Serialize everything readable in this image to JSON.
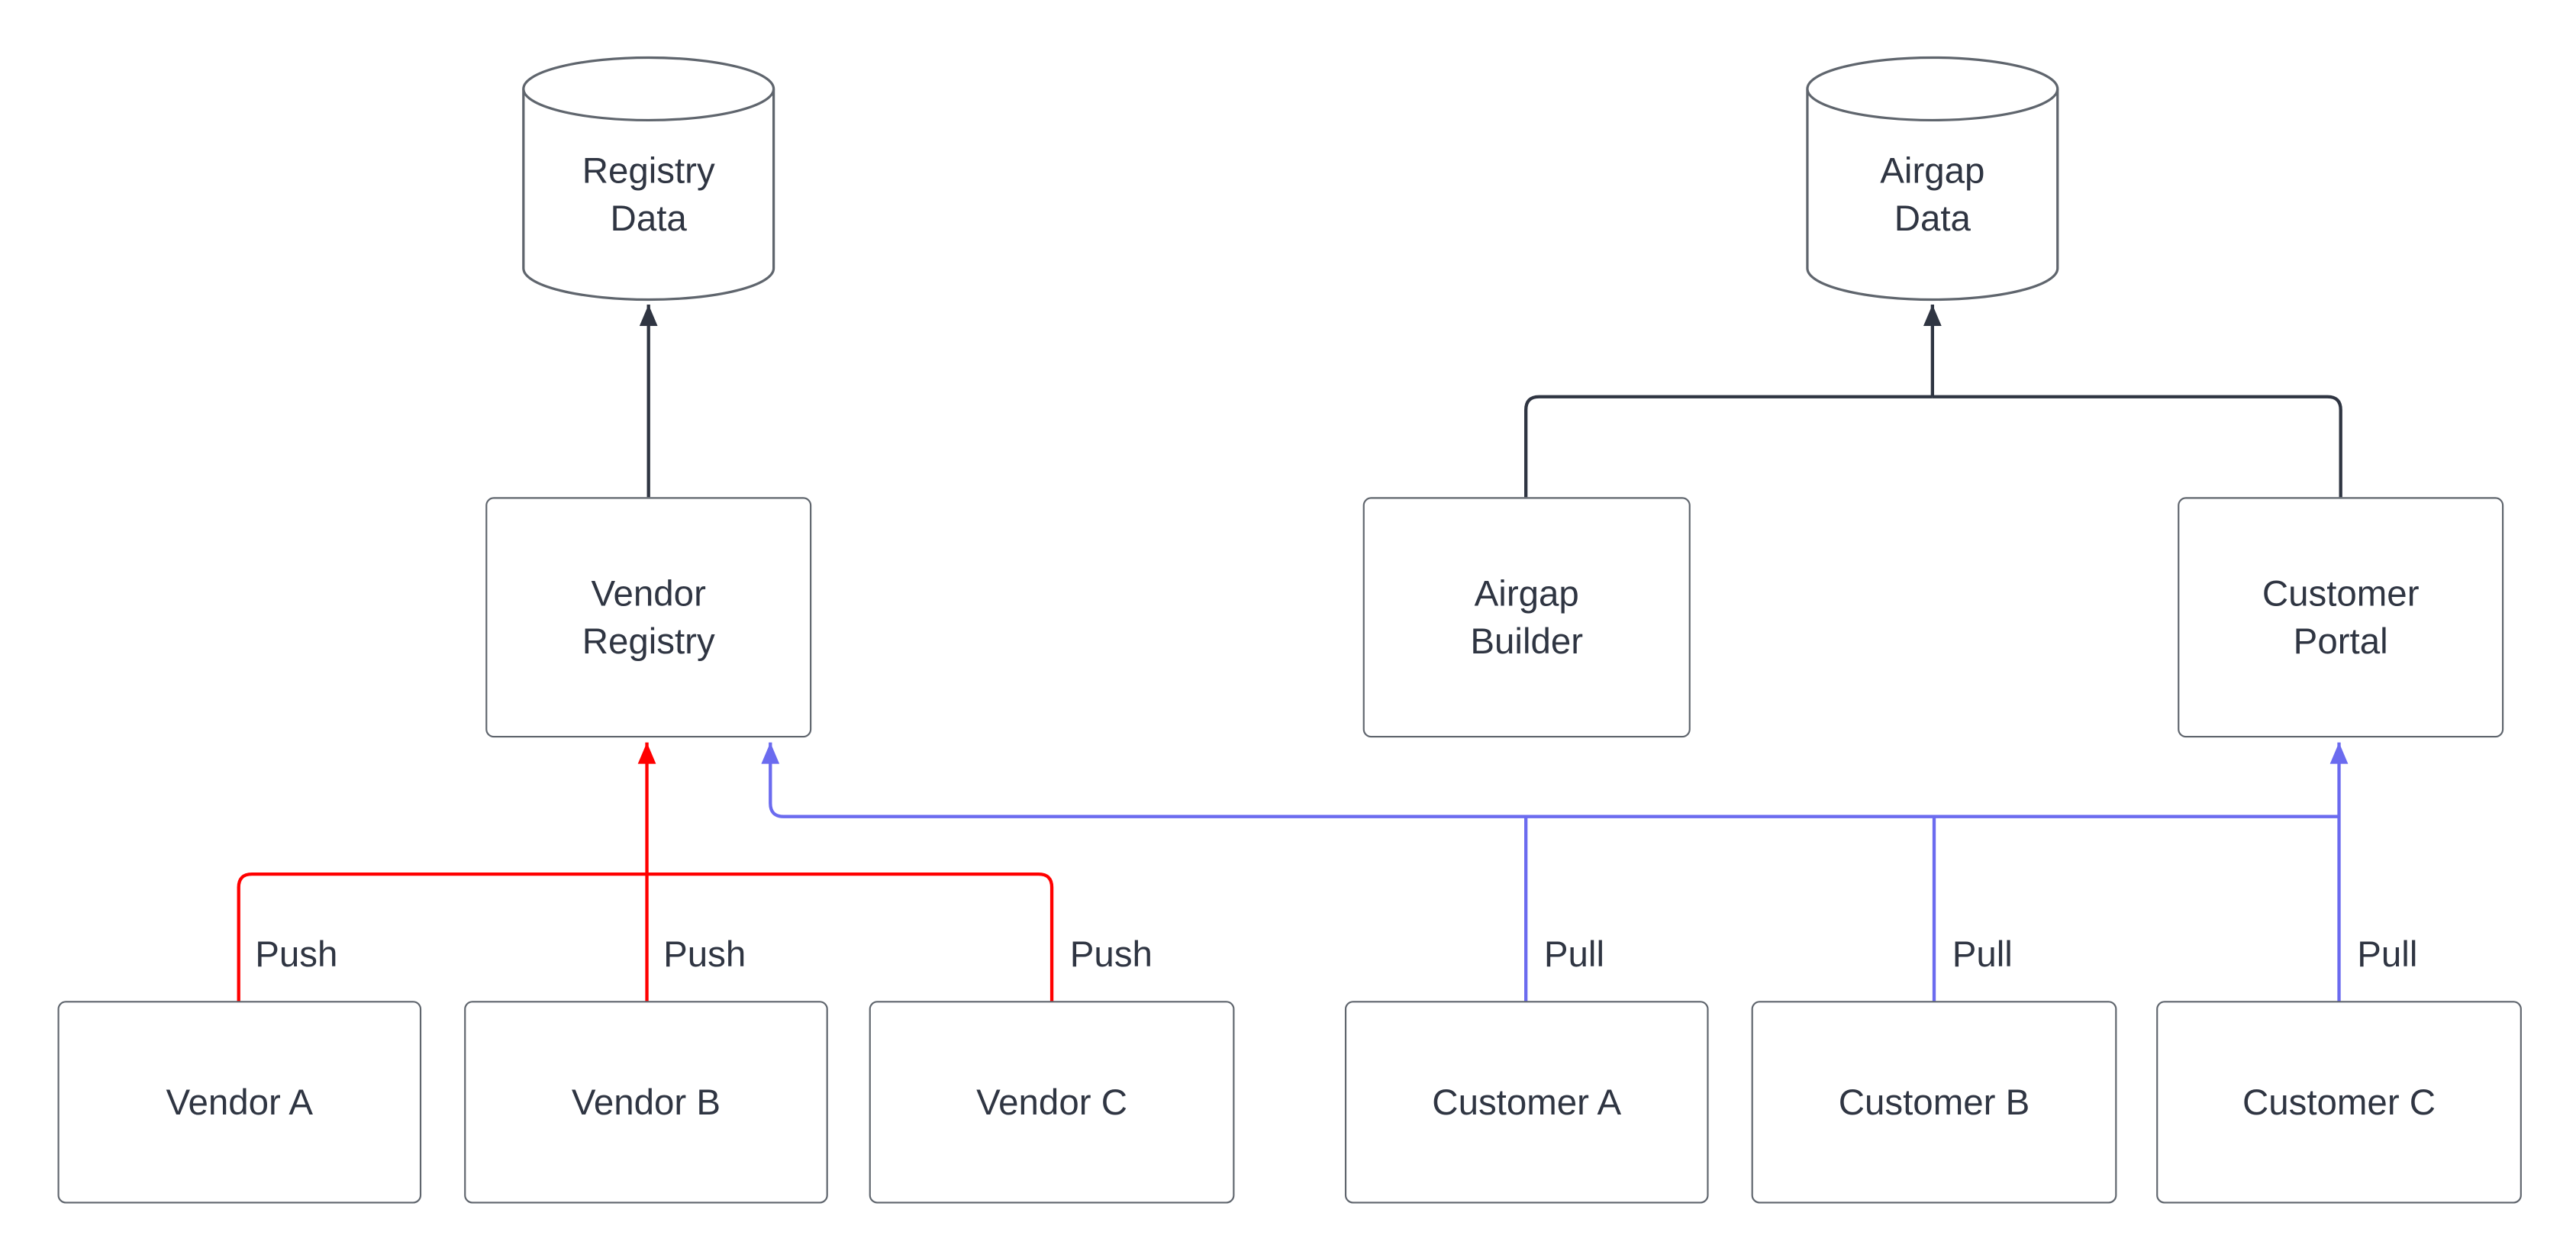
{
  "diagram": {
    "title": "",
    "nodes": {
      "registry_data": {
        "label": "Registry\nData",
        "shape": "cylinder"
      },
      "airgap_data": {
        "label": "Airgap\nData",
        "shape": "cylinder"
      },
      "vendor_registry": {
        "label": "Vendor\nRegistry",
        "shape": "rect"
      },
      "airgap_builder": {
        "label": "Airgap\nBuilder",
        "shape": "rect"
      },
      "customer_portal": {
        "label": "Customer\nPortal",
        "shape": "rect"
      },
      "vendor_a": {
        "label": "Vendor A",
        "shape": "rect"
      },
      "vendor_b": {
        "label": "Vendor B",
        "shape": "rect"
      },
      "vendor_c": {
        "label": "Vendor C",
        "shape": "rect"
      },
      "customer_a": {
        "label": "Customer A",
        "shape": "rect"
      },
      "customer_b": {
        "label": "Customer B",
        "shape": "rect"
      },
      "customer_c": {
        "label": "Customer C",
        "shape": "rect"
      }
    },
    "edges": [
      {
        "from": "vendor_registry",
        "to": "registry_data",
        "type": "flow",
        "label": ""
      },
      {
        "from": "airgap_builder",
        "to": "airgap_data",
        "type": "flow",
        "label": ""
      },
      {
        "from": "customer_portal",
        "to": "airgap_data",
        "type": "flow",
        "label": ""
      },
      {
        "from": "vendor_a",
        "to": "vendor_registry",
        "type": "push",
        "label": "Push"
      },
      {
        "from": "vendor_b",
        "to": "vendor_registry",
        "type": "push",
        "label": "Push"
      },
      {
        "from": "vendor_c",
        "to": "vendor_registry",
        "type": "push",
        "label": "Push"
      },
      {
        "from": "customer_a",
        "to": "vendor_registry",
        "type": "pull",
        "label": "Pull"
      },
      {
        "from": "customer_b",
        "to": "vendor_registry",
        "type": "pull",
        "label": "Pull"
      },
      {
        "from": "customer_c",
        "to": "customer_portal",
        "type": "pull",
        "label": "Pull"
      }
    ],
    "colors": {
      "push": "#ff0000",
      "pull": "#6b6bef",
      "flow": "#2f3542",
      "node_border": "#5f656d",
      "text": "#2f3542",
      "background": "#ffffff"
    }
  }
}
